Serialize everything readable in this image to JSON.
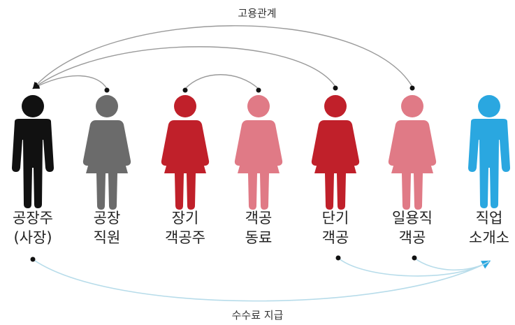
{
  "captions": {
    "top": "고용관계",
    "bottom": "수수료 지급"
  },
  "figures": [
    {
      "id": "factory-owner",
      "gender": "male",
      "color": "#111111",
      "lines": [
        "공장주",
        "(사장)"
      ]
    },
    {
      "id": "factory-staff",
      "gender": "female",
      "color": "#6b6b6b",
      "lines": [
        "공장",
        "직원"
      ]
    },
    {
      "id": "long-term-head-worker",
      "gender": "female",
      "color": "#c0202a",
      "lines": [
        "장기",
        "객공주"
      ]
    },
    {
      "id": "fellow-worker",
      "gender": "female",
      "color": "#e07a86",
      "lines": [
        "객공",
        "동료"
      ]
    },
    {
      "id": "short-term-worker",
      "gender": "female",
      "color": "#c0202a",
      "lines": [
        "단기",
        "객공"
      ]
    },
    {
      "id": "daily-worker",
      "gender": "female",
      "color": "#e07a86",
      "lines": [
        "일용직",
        "객공"
      ]
    },
    {
      "id": "job-agency",
      "gender": "male",
      "color": "#2aa7e0",
      "lines": [
        "직업",
        "소개소"
      ]
    }
  ],
  "colors": {
    "employment-arrow": "#999999",
    "fee-arrow": "#b7dcea",
    "fee-arrowhead": "#2aa7e0"
  }
}
